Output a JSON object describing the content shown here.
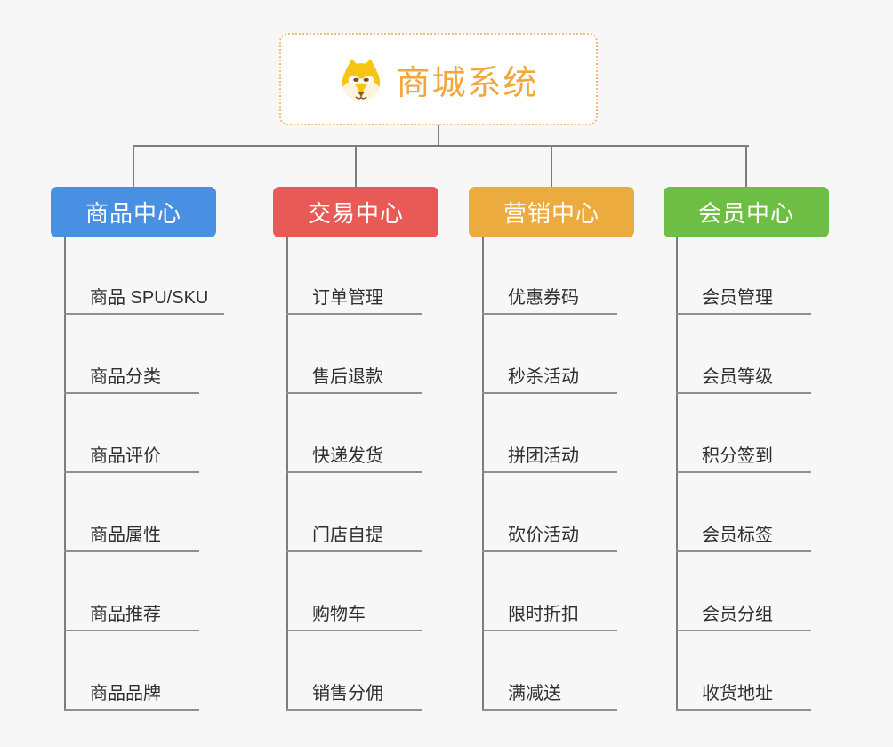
{
  "palette": {
    "background": "#f7f7f7",
    "line": "#7d7d7d",
    "underline": "#8f8f8f",
    "item_text": "#2f2f2f",
    "node_text": "#ffffff"
  },
  "root": {
    "title": "商城系统",
    "icon": "dog-icon",
    "text_color": "#f2a63c",
    "border_color": "#efc075"
  },
  "branches": [
    {
      "label": "商品中心",
      "color": "#4a90e2",
      "items": [
        "商品 SPU/SKU",
        "商品分类",
        "商品评价",
        "商品属性",
        "商品推荐",
        "商品品牌"
      ]
    },
    {
      "label": "交易中心",
      "color": "#e85a56",
      "items": [
        "订单管理",
        "售后退款",
        "快递发货",
        "门店自提",
        "购物车",
        "销售分佣"
      ]
    },
    {
      "label": "营销中心",
      "color": "#ebab3e",
      "items": [
        "优惠券码",
        "秒杀活动",
        "拼团活动",
        "砍价活动",
        "限时折扣",
        "满减送"
      ]
    },
    {
      "label": "会员中心",
      "color": "#6ebe45",
      "items": [
        "会员管理",
        "会员等级",
        "积分签到",
        "会员标签",
        "会员分组",
        "收货地址"
      ]
    }
  ]
}
